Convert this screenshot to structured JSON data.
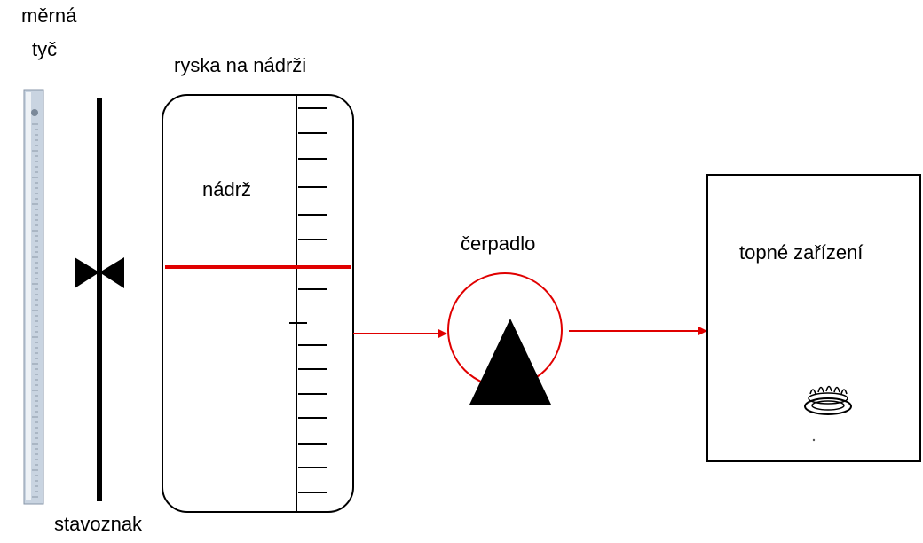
{
  "labels": {
    "ruler_line1": "měrná",
    "ruler_line2": "tyč",
    "tank_mark": "ryska na nádrži",
    "tank": "nádrž",
    "pump": "čerpadlo",
    "heater": "topné zařízení",
    "level_gauge": "stavoznak"
  },
  "colors": {
    "level_line": "#e00000",
    "flow_arrow": "#e00000",
    "pump_circle": "#e00000",
    "outline": "#000000",
    "ruler_face": "#c9d4e1"
  },
  "icons": {
    "valve": "bowtie-valve-icon",
    "pump_triangle": "triangle-icon",
    "burner": "gas-burner-icon"
  }
}
